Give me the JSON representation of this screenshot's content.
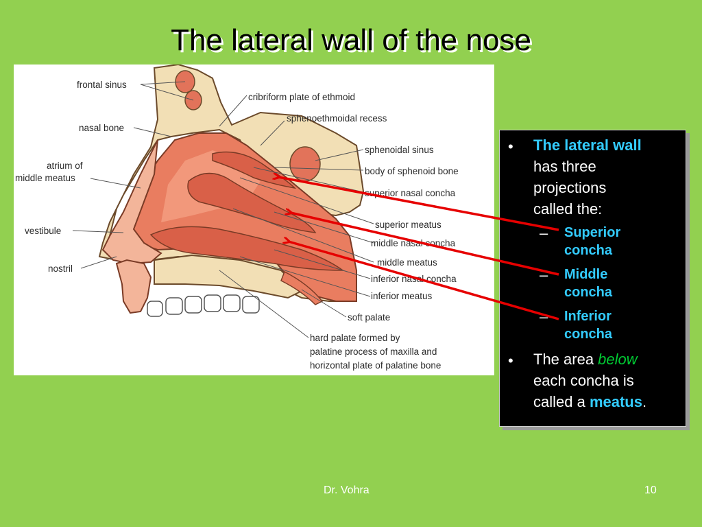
{
  "slide": {
    "title": "The lateral wall of the nose",
    "footer_center": "Dr. Vohra",
    "slide_number": "10"
  },
  "diagram": {
    "labels": {
      "frontal_sinus": "frontal sinus",
      "cribriform_plate": "cribriform plate of ethmoid",
      "nasal_bone": "nasal bone",
      "sphenoethmoidal_recess": "sphenoethmoidal recess",
      "atrium_line1": "atrium of",
      "atrium_line2": "middle meatus",
      "sphenoidal_sinus": "sphenoidal sinus",
      "body_of_sphenoid": "body of sphenoid bone",
      "superior_nasal_concha": "superior nasal concha",
      "vestibule": "vestibule",
      "superior_meatus": "superior meatus",
      "middle_nasal_concha": "middle nasal concha",
      "nostril": "nostril",
      "middle_meatus": "middle meatus",
      "inferior_nasal_concha": "inferior nasal concha",
      "inferior_meatus": "inferior meatus",
      "soft_palate": "soft palate",
      "hard_palate_line1": "hard palate formed by",
      "hard_palate_line2": "palatine process of maxilla and",
      "hard_palate_line3": "horizontal plate of palatine bone"
    }
  },
  "text_box": {
    "bullet1_bold": "The lateral wall",
    "bullet1_line2": "has three",
    "bullet1_line3": "projections",
    "bullet1_line4": "called the:",
    "sub1_line1": "Superior",
    "sub1_line2": "concha",
    "sub2_line1": "Middle",
    "sub2_line2": "concha",
    "sub3_line1": "Inferior",
    "sub3_line2": "concha",
    "bullet2_pre": "The area ",
    "bullet2_italic": "below",
    "bullet2_line2": "each concha is",
    "bullet2_line3_pre": "called a ",
    "bullet2_bold": "meatus",
    "bullet2_end": "."
  },
  "colors": {
    "background": "#92d050",
    "accent_blue": "#33ccff",
    "accent_green": "#00cc33",
    "arrow_red": "#e60000"
  }
}
